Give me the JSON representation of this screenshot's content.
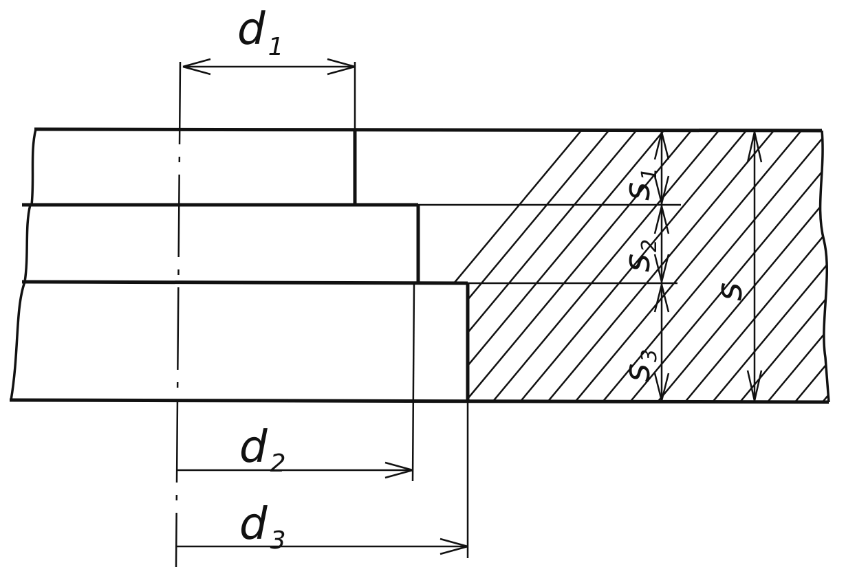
{
  "labels": {
    "d1": {
      "main": "d",
      "sub": "1"
    },
    "d2": {
      "main": "d",
      "sub": "2"
    },
    "d3": {
      "main": "d",
      "sub": "3"
    },
    "s1": {
      "main": "s",
      "sub": "1"
    },
    "s2": {
      "main": "s",
      "sub": "2"
    },
    "s3": {
      "main": "s",
      "sub": "3"
    },
    "s": "s"
  }
}
